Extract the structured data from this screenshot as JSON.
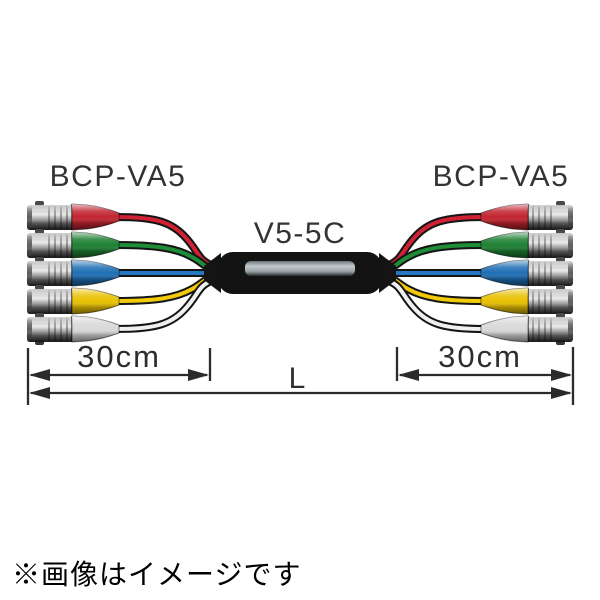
{
  "diagram": {
    "left_connector_label": "BCP-VA5",
    "right_connector_label": "BCP-VA5",
    "cable_label": "V5-5C",
    "left_dimension": "30cm",
    "right_dimension": "30cm",
    "total_dimension": "L",
    "footnote": "※画像はイメージです"
  },
  "channels": [
    {
      "name": "red",
      "boot_hex": "#c22430",
      "cable_hex": "#cf2335"
    },
    {
      "name": "green",
      "boot_hex": "#1e8033",
      "cable_hex": "#1f8c38"
    },
    {
      "name": "blue",
      "boot_hex": "#1f6fb5",
      "cable_hex": "#2478c2"
    },
    {
      "name": "yellow",
      "boot_hex": "#e9c103",
      "cable_hex": "#f2ca08"
    },
    {
      "name": "white",
      "boot_hex": "#d9d9d9",
      "cable_hex": "#f0f0f0"
    }
  ],
  "colors": {
    "background": "#ffffff",
    "label_text": "#333333",
    "dimension": "#2b2b2b",
    "sheath": "#131313",
    "sheath_highlight": "#c2cacd"
  }
}
